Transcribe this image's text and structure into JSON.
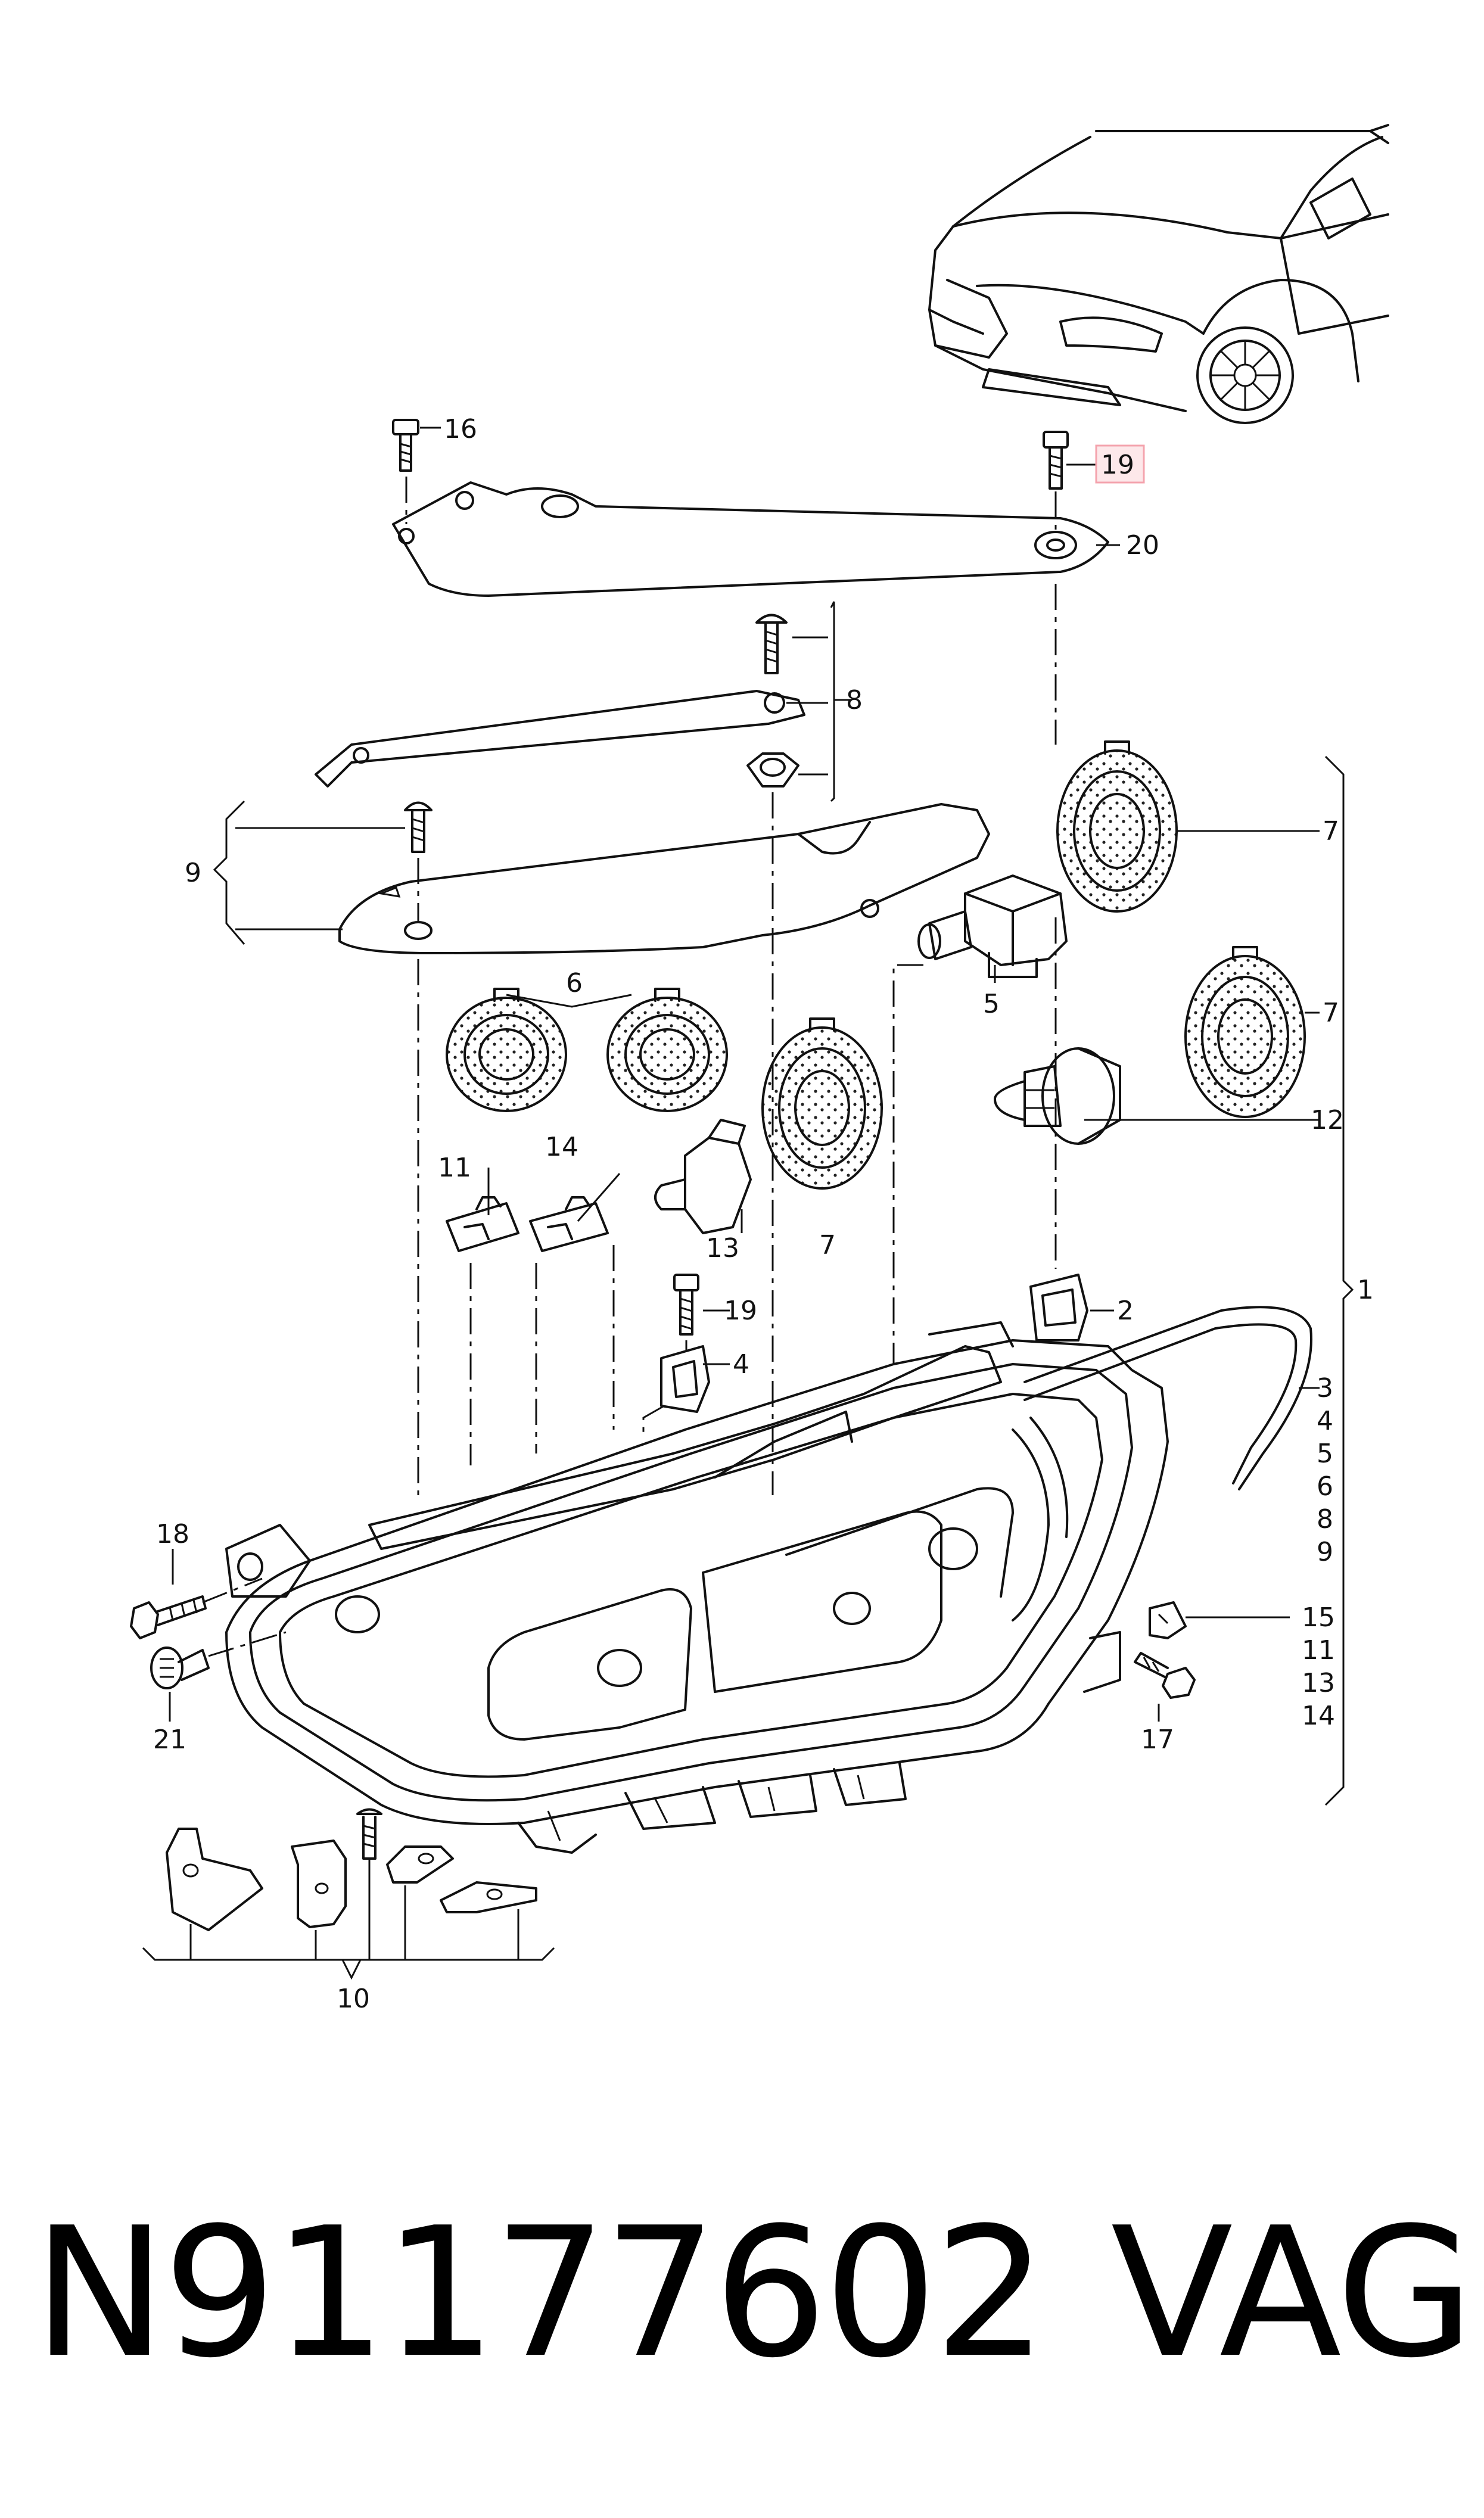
{
  "diagram": {
    "callouts": {
      "c1": "1",
      "c2": "2",
      "c3": "3",
      "c4": "4",
      "c5": "5",
      "c6": "6",
      "c7a": "7",
      "c7b": "7",
      "c7c": "7",
      "c8": "8",
      "c9": "9",
      "c10": "10",
      "c11": "11",
      "c12": "12",
      "c13": "13",
      "c14": "14",
      "c15": "15",
      "c16": "16",
      "c17": "17",
      "c18": "18",
      "c19a": "19",
      "c19b": "19",
      "c20": "20",
      "c21": "21",
      "list": [
        "3",
        "4",
        "5",
        "6",
        "8",
        "9"
      ],
      "list2": [
        "11",
        "13",
        "14"
      ]
    },
    "highlight_color": "#f4a3ad",
    "highlight_fill": "#fde8ea"
  },
  "footer": {
    "part_number": "N91177602",
    "brand": "VAG"
  }
}
